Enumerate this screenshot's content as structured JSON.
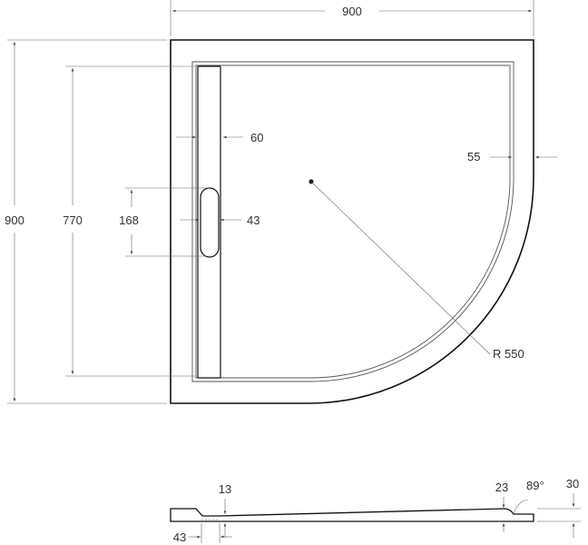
{
  "plan_view": {
    "dims": {
      "total_width": "900",
      "total_depth": "900",
      "inner_depth": "770",
      "channel_width": "60",
      "rim_width": "55",
      "drain_height": "168",
      "drain_width": "43",
      "radius": "R 550"
    }
  },
  "section_view": {
    "dims": {
      "drain_depth": "13",
      "drain_offset": "43",
      "edge_thickness": "23",
      "rim_angle": "89°",
      "total_height": "30"
    }
  },
  "colors": {
    "outline": "#111111",
    "dimension_lines": "#666666",
    "text": "#333333"
  }
}
